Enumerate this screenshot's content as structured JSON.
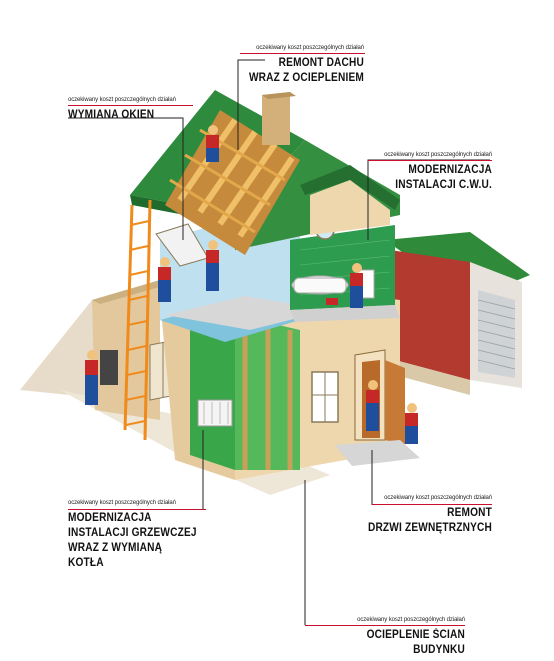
{
  "callouts": {
    "roof": {
      "sub": "oczekiwany koszt poszczególnych działań",
      "title": "REMONT DACHU\nWRAZ Z OCIEPLENIEM"
    },
    "windows": {
      "sub": "oczekiwany koszt poszczególnych działań",
      "title": "WYMIANA OKIEN"
    },
    "hotwater": {
      "sub": "oczekiwany koszt poszczególnych działań",
      "title": "MODERNIZACJA\nINSTALACJI C.W.U."
    },
    "heating": {
      "sub": "oczekiwany koszt poszczególnych działań",
      "title": "MODERNIZACJA\nINSTALACJI GRZEWCZEJ\nWRAZ Z WYMIANĄ\nKOTŁA"
    },
    "door": {
      "sub": "oczekiwany koszt poszczególnych działań",
      "title": "REMONT\nDRZWI ZEWNĘTRZNYCH"
    },
    "walls": {
      "sub": "oczekiwany koszt poszczególnych działań",
      "title": "OCIEPLENIE ŚCIAN BUDYNKU"
    }
  },
  "colors": {
    "accent_rule": "#c8102e",
    "roof": "#2e7d32",
    "wall": "#e3c89a",
    "overall": "#1f4e9c"
  }
}
